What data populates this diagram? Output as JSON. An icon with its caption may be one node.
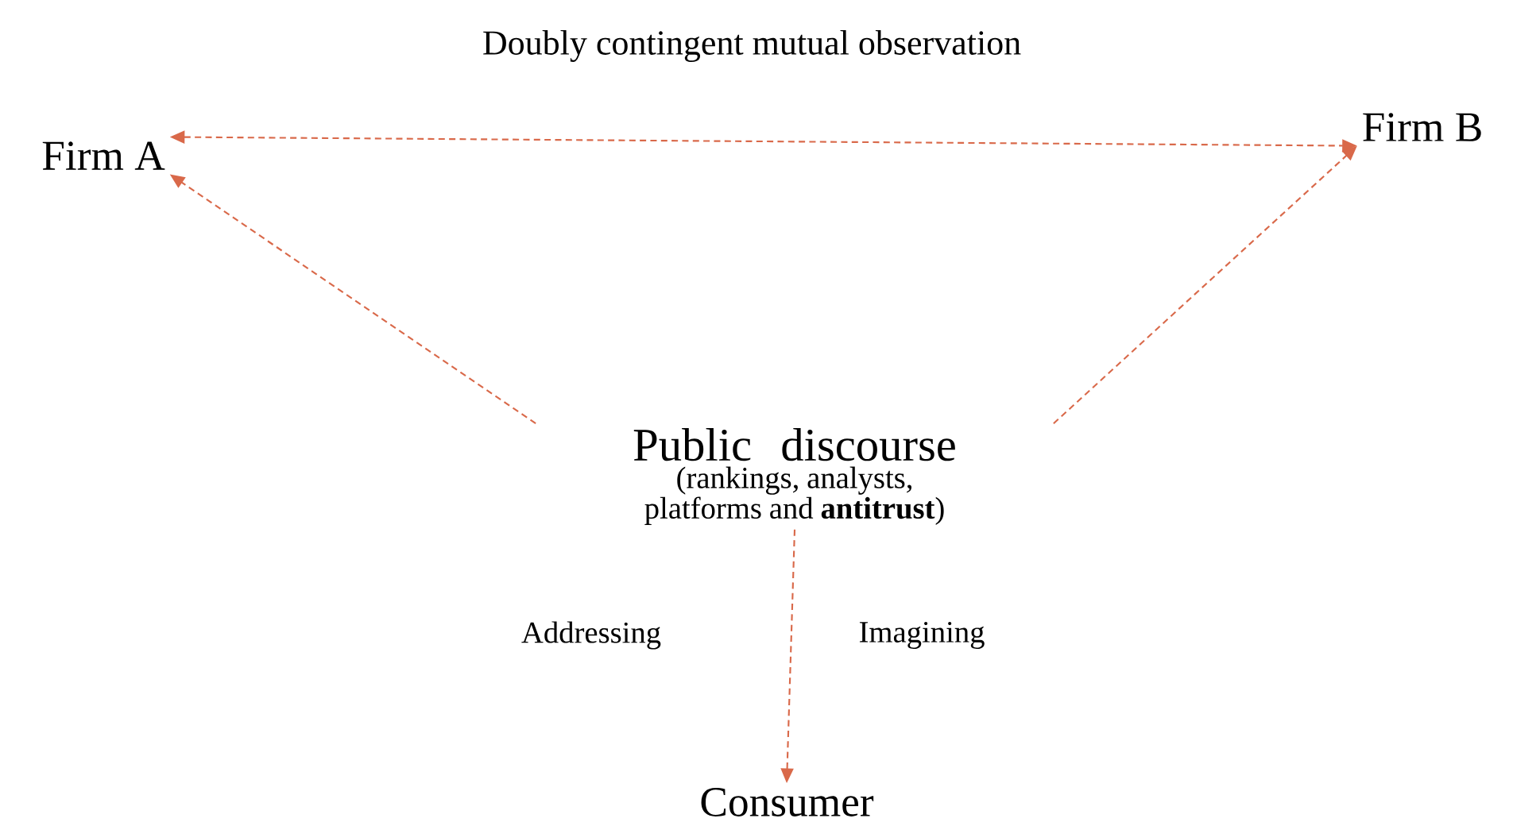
{
  "diagram": {
    "nodes": [
      {
        "text": [
          "Firm A"
        ]
      },
      {
        "text": [
          "Firm B"
        ]
      },
      {
        "text": [
          "Public discourse",
          "(rankings, analysts, platforms and **antitrust**)"
        ]
      },
      {
        "text": [
          "Consumer"
        ]
      }
    ],
    "edges": [
      {
        "from": 0,
        "to": 1,
        "arrow": "both",
        "label": "Doubly contingent mutual observation",
        "style": "dashed",
        "color": "#d9694a"
      },
      {
        "from": 2,
        "to": 0,
        "arrow": "to",
        "style": "dashed",
        "color": "#d9694a"
      },
      {
        "from": 2,
        "to": 1,
        "arrow": "to",
        "style": "dashed",
        "color": "#d9694a"
      },
      {
        "from": 2,
        "to": 3,
        "arrow": "to",
        "style": "dashed",
        "color": "#d9694a"
      }
    ],
    "labels": [
      "Addressing",
      "Imagining"
    ]
  }
}
